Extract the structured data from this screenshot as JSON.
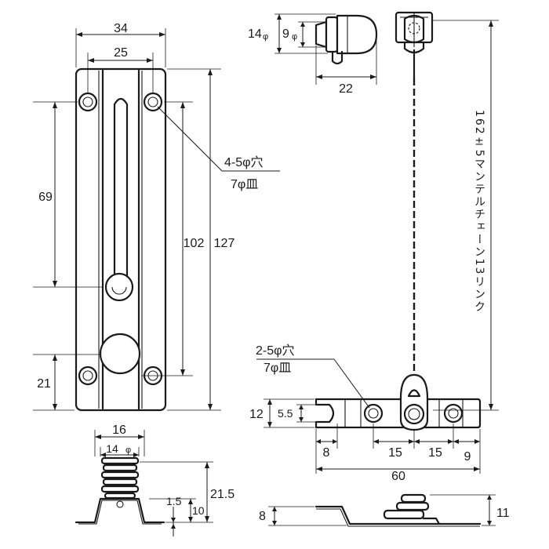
{
  "dimensions": {
    "plate_width": "34",
    "hole_spacing_h": "25",
    "hole_spacing_v": "69",
    "height_102": "102",
    "height_127": "127",
    "bottom_offset": "21",
    "knob_outer": "14",
    "knob_inner": "9",
    "knob_depth": "22",
    "catch_height": "12",
    "slot_height": "5.5",
    "catch_left": "8",
    "catch_pitch_a": "15",
    "catch_pitch_b": "15",
    "catch_right": "9",
    "catch_width": "60",
    "side_width": "16",
    "side_inner": "14",
    "side_height": "21.5",
    "side_thick": "1.5",
    "side_base": "10",
    "catch_side_left": "8",
    "catch_side_right": "11"
  },
  "symbols": {
    "phi": "φ"
  },
  "callouts": {
    "plate_holes": "4-5φ穴",
    "plate_csk": "7φ皿",
    "catch_holes": "2-5φ穴",
    "catch_csk": "7φ皿"
  },
  "chain_note": "162±5マンテルチェーン13リンク"
}
